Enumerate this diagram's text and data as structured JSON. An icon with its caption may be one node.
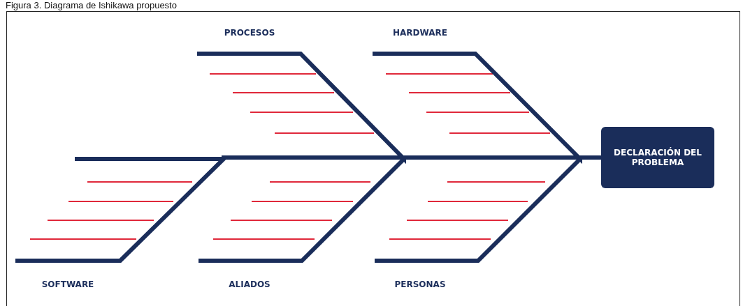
{
  "diagram": {
    "title": "Figura 3. Diagrama de Ishikawa propuesto",
    "nodes": [
      {
        "text": [
          "PROCESOS"
        ]
      },
      {
        "text": [
          "HARDWARE"
        ]
      },
      {
        "text": [
          "DECLARACIÓN DEL PROBLEMA"
        ]
      },
      {
        "text": [
          "SOFTWARE"
        ]
      },
      {
        "text": [
          "ALIADOS"
        ]
      },
      {
        "text": [
          "PERSONAS"
        ]
      }
    ],
    "edges": [
      {
        "from": 0,
        "to": 2,
        "arrow": "none"
      },
      {
        "from": 1,
        "to": 2,
        "arrow": "none"
      },
      {
        "from": 3,
        "to": 2,
        "arrow": "none"
      },
      {
        "from": 4,
        "to": 2,
        "arrow": "none"
      },
      {
        "from": 5,
        "to": 2,
        "arrow": "none"
      }
    ]
  }
}
